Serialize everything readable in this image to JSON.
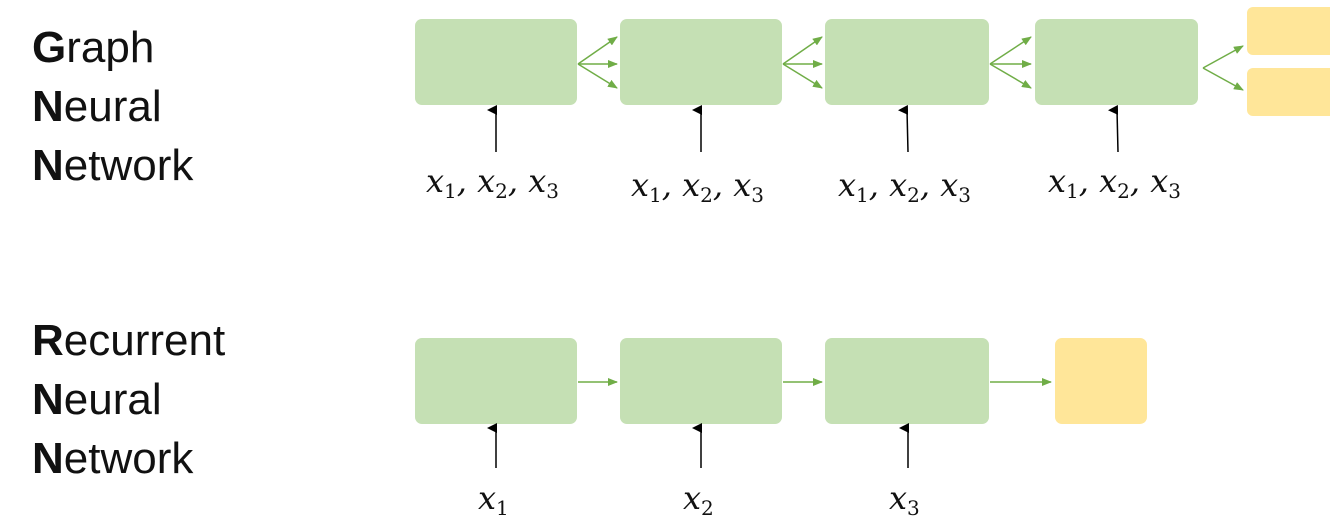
{
  "gnn": {
    "title": [
      {
        "initial": "G",
        "rest": "raph"
      },
      {
        "initial": "N",
        "rest": "eural"
      },
      {
        "initial": "N",
        "rest": "etwork"
      }
    ],
    "inputs": [
      "x",
      "1",
      "x",
      "2",
      "x",
      "3"
    ]
  },
  "rnn": {
    "title": [
      {
        "initial": "R",
        "rest": "ecurrent"
      },
      {
        "initial": "N",
        "rest": "eural"
      },
      {
        "initial": "N",
        "rest": "etwork"
      }
    ],
    "inputs": [
      {
        "var": "x",
        "sub": "1"
      },
      {
        "var": "x",
        "sub": "2"
      },
      {
        "var": "x",
        "sub": "3"
      }
    ]
  },
  "colors": {
    "node_green": "#c5e0b4",
    "output_yellow": "#ffe699",
    "edge_green": "#70ad47",
    "input_arrow": "#000000"
  }
}
